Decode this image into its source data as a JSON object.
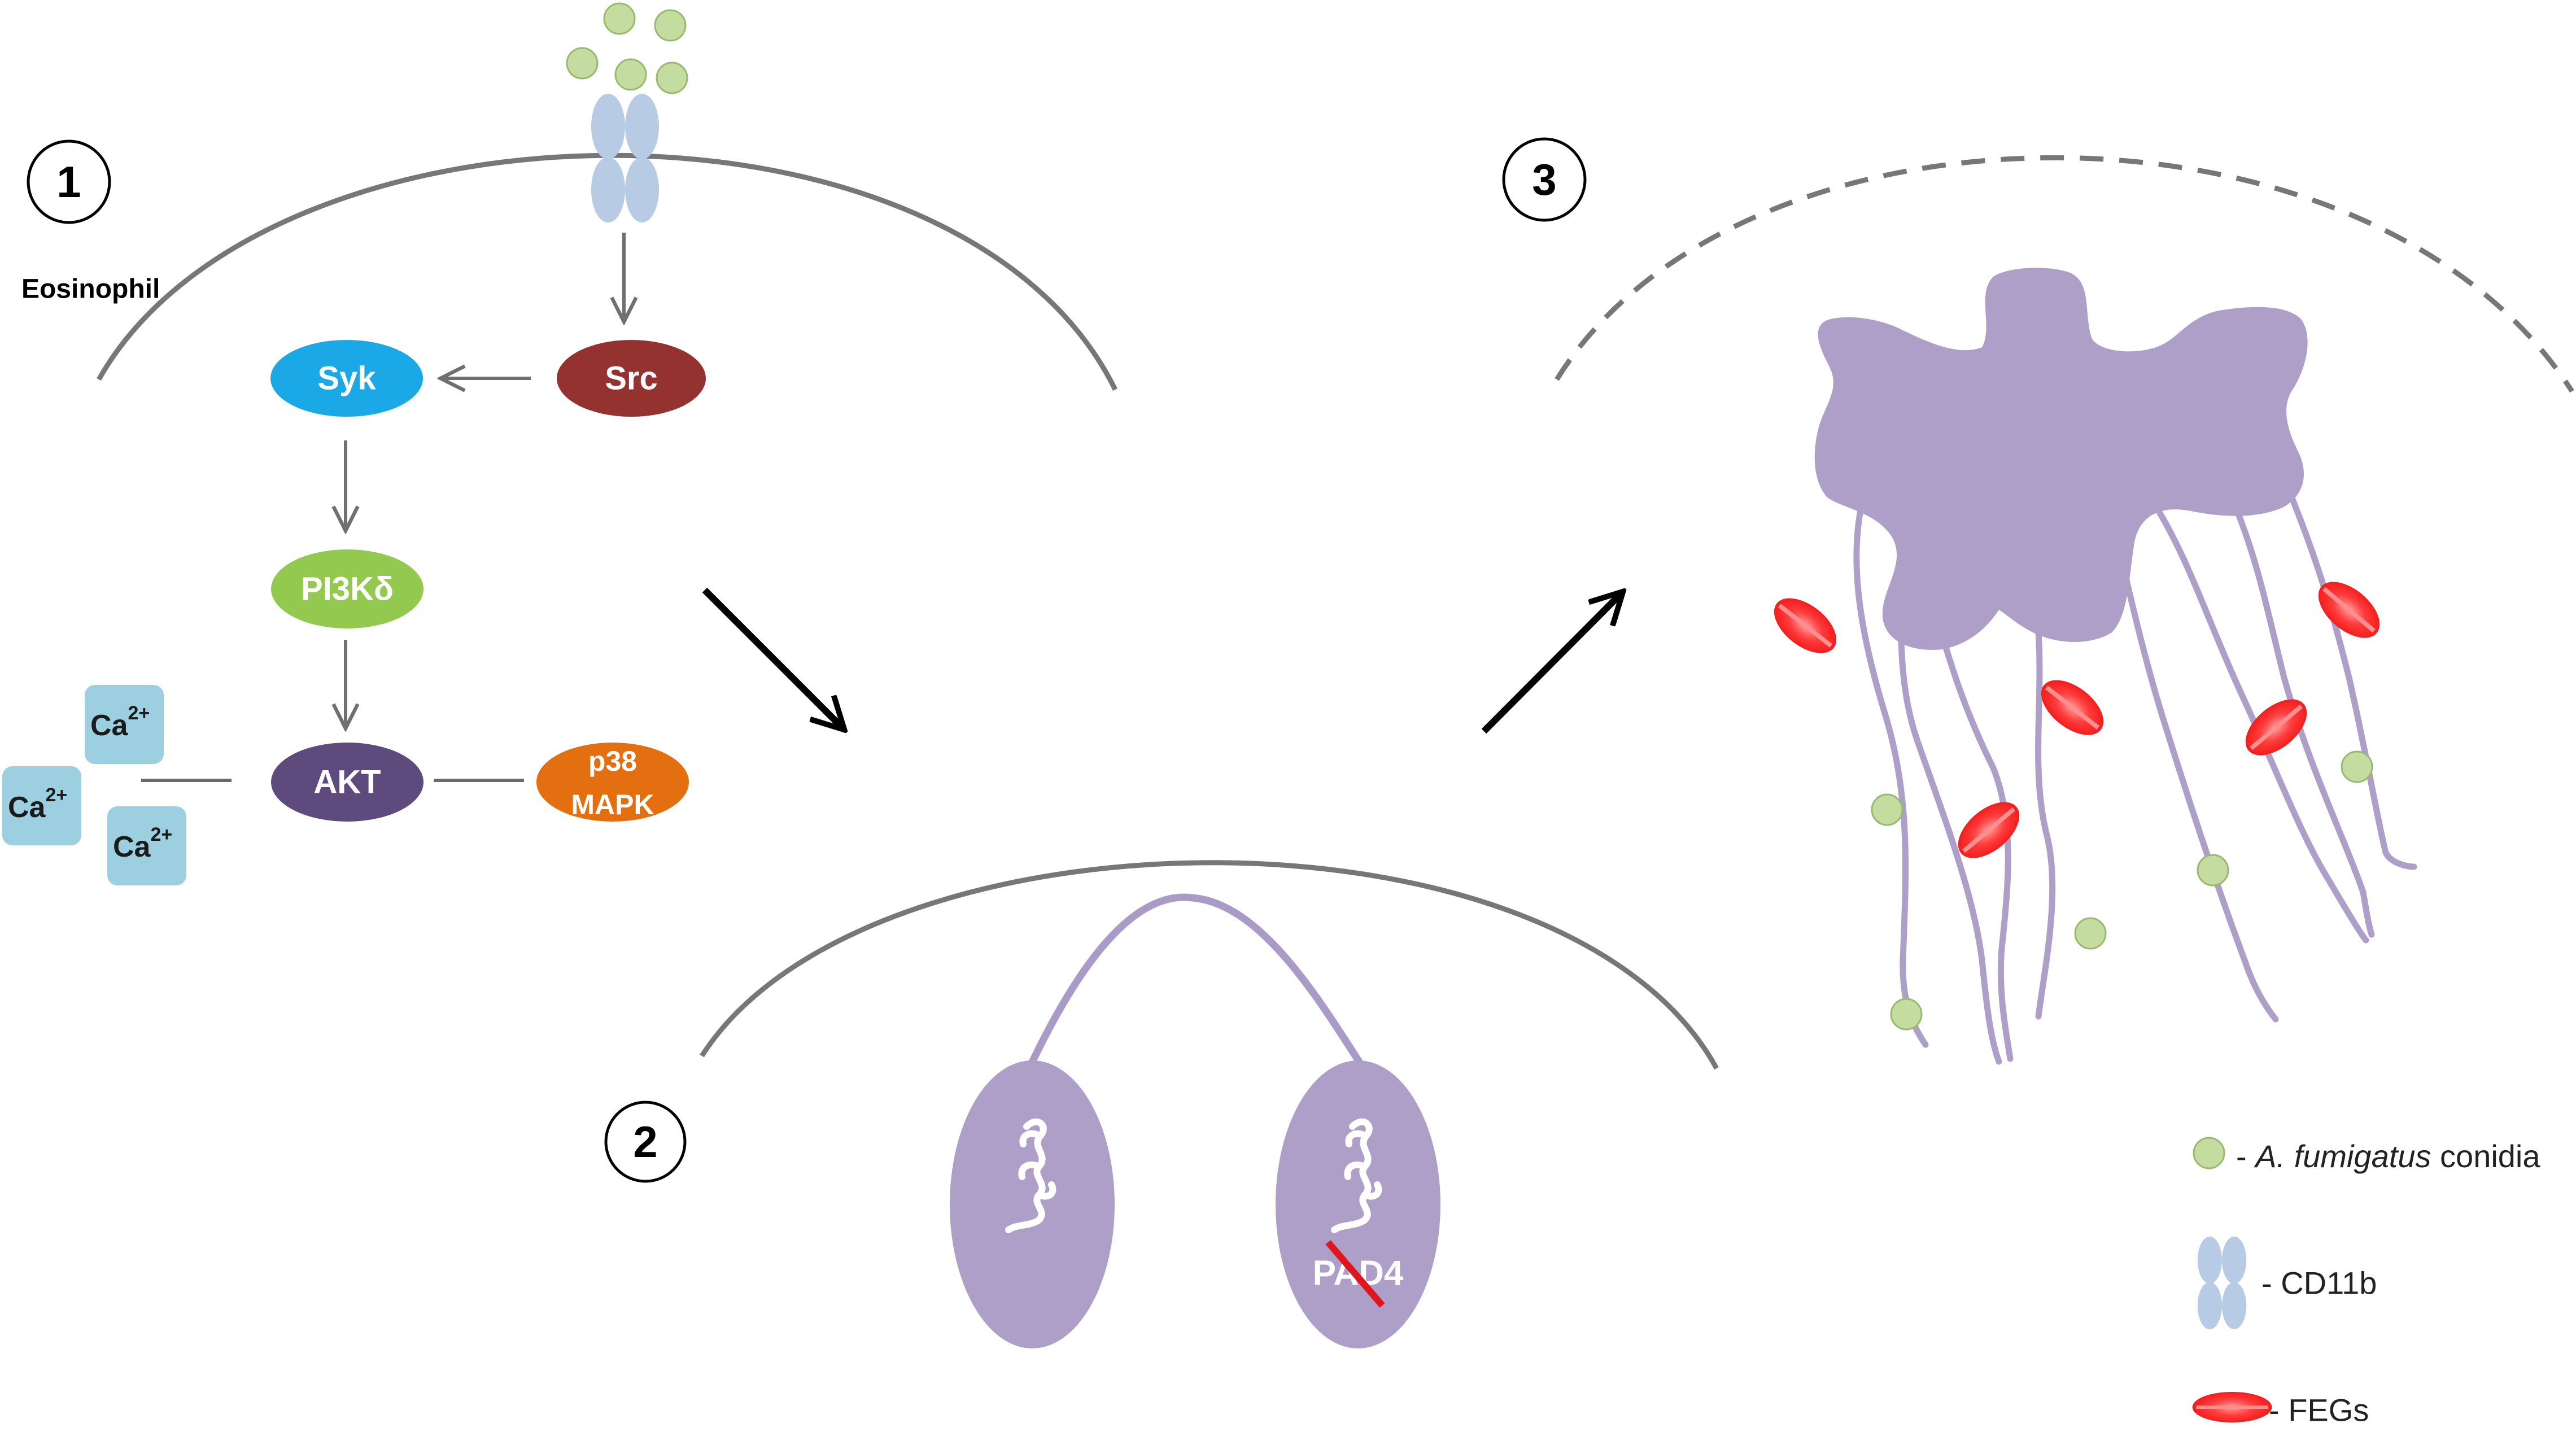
{
  "steps": [
    "1",
    "2",
    "3"
  ],
  "cell_label": "Eosinophil",
  "pathway": {
    "syk": "Syk",
    "src": "Src",
    "pi3k": "PI3Kδ",
    "akt": "AKT",
    "p38_line1": "p38",
    "p38_line2": "MAPK",
    "ca_base": "Ca",
    "ca_sup": "2+"
  },
  "nucleus_label": "PAD4",
  "legend": {
    "conidia_prefix": "- ",
    "conidia_italic": "A. fumigatus",
    "conidia_suffix": " conidia",
    "cd11b": "- CD11b",
    "fegs": "- FEGs"
  },
  "colors": {
    "syk": "#1aa9e6",
    "src": "#943230",
    "pi3k": "#93c94f",
    "akt": "#5f4a7e",
    "p38": "#e36f10",
    "calcium": "#9ccfdf",
    "conidia": "#c4dca0",
    "cd11b": "#b7cbe4",
    "fegs": "#ff2b2b",
    "cell_body": "#ae9fc8"
  },
  "icons": {
    "conidia": "circle-icon",
    "cd11b": "receptor-icon",
    "fegs": "granule-icon",
    "pad4_deleted": "strike-line-icon"
  }
}
